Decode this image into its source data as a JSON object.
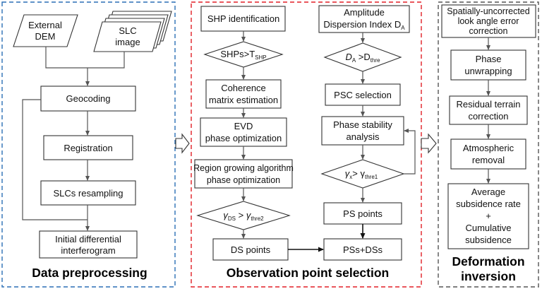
{
  "panels": {
    "left_title": "Data preprocessing",
    "middle_title": "Observation point selection",
    "right_title_line1": "Deformation",
    "right_title_line2": "inversion"
  },
  "colors": {
    "left_border": "#2a6fb5",
    "middle_border": "#e21f26",
    "right_border": "#555555"
  },
  "inputs": {
    "external_dem_line1": "External",
    "external_dem_line2": "DEM",
    "slc_line1": "SLC",
    "slc_line2": "image"
  },
  "left_steps": {
    "geocoding": "Geocoding",
    "registration": "Registration",
    "slcs_resampling": "SLCs resampling",
    "initial_line1": "Initial differential",
    "initial_line2": "interferogram"
  },
  "ds_branch": {
    "shp_identification": "SHP identification",
    "shp_test_main": "SHPs>T",
    "shp_test_sub": "SHP",
    "coherence_line1": "Coherence",
    "coherence_line2": "matrix estimation",
    "evd_line1": "EVD",
    "evd_line2": "phase optimization",
    "region_line1": "Region growing algorithm",
    "region_line2": "phase optimization",
    "ds_test_sym": "γ",
    "ds_test_sub1": "DS",
    "ds_test_op": " > ",
    "ds_test_sub2": "thre2",
    "ds_points": "DS points"
  },
  "ps_branch": {
    "amp_line1": "Amplitude",
    "amp_line2": "Dispersion Index D",
    "amp_sub": "A",
    "disp_test_d": "D",
    "disp_test_sub1": "A",
    "disp_test_op": " >D",
    "disp_test_sub2": "thre",
    "psc_selection": "PSC selection",
    "stability_line1": "Phase stability",
    "stability_line2": "analysis",
    "ps_test_sym": "γ",
    "ps_test_sub1": "x",
    "ps_test_op": "> γ",
    "ps_test_sub2": "thre1",
    "ps_points": "PS points",
    "merged": "PSs+DSs"
  },
  "inversion": {
    "correction_line1": "Spatially-uncorrected",
    "correction_line2": "look angle error",
    "correction_line3": "correction",
    "unwrap_line1": "Phase",
    "unwrap_line2": "unwrapping",
    "residual_line1": "Residual terrain",
    "residual_line2": "correction",
    "atmo_line1": "Atmospheric",
    "atmo_line2": "removal",
    "avg_line1": "Average",
    "avg_line2": "subsidence rate",
    "avg_line3": "+",
    "avg_line4": "Cumulative",
    "avg_line5": "subsidence"
  }
}
